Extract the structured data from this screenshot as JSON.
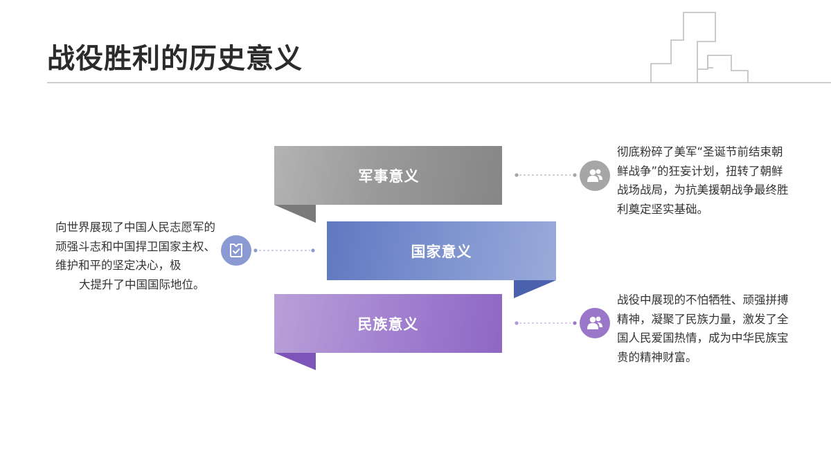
{
  "title": "战役胜利的历史意义",
  "items": [
    {
      "label": "军事意义",
      "description": "彻底粉碎了美军“圣诞节前结束朝鲜战争”的狂妄计划，扭转了朝鲜战场战局，为抗美援朝战争最终胜利奠定坚实基础。",
      "icon": "people-icon",
      "color": "#a6a6a6"
    },
    {
      "label": "国家意义",
      "description_main": "向世界展现了中国人民志愿军的顽强斗志和中国捍卫国家主权、维护和平的坚定决心，极",
      "description_last": "大提升了中国国际地位。",
      "icon": "badge-check-icon",
      "color": "#8b9ad2"
    },
    {
      "label": "民族意义",
      "description": "战役中展现的不怕牺牲、顽强拼搏精神，凝聚了民族力量，激发了全国人民爱国热情，成为中华民族宝贵的精神财富。",
      "icon": "people-icon",
      "color": "#9a77c8"
    }
  ]
}
